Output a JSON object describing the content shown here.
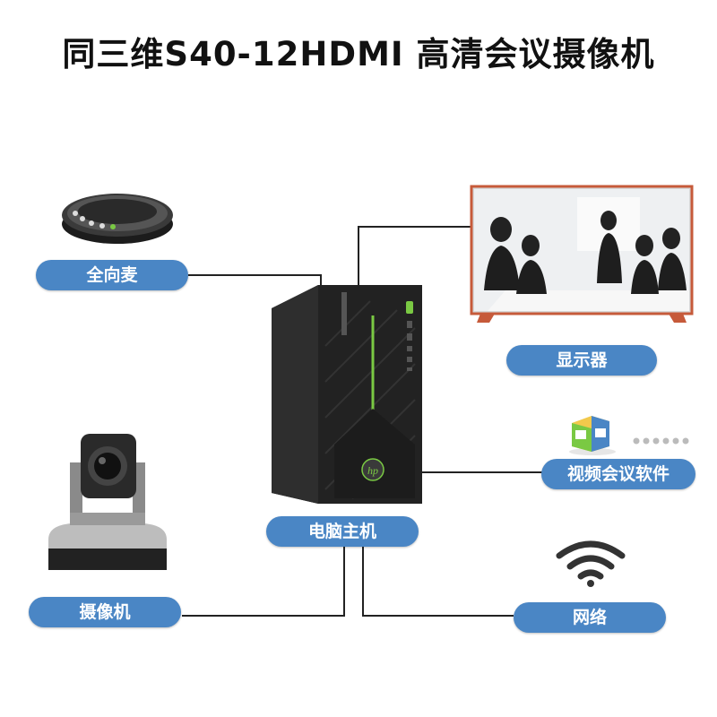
{
  "title": "同三维S40-12HDMI 高清会议摄像机",
  "labels": {
    "mic": "全向麦",
    "display": "显示器",
    "software": "视频会议软件",
    "pc": "电脑主机",
    "camera": "摄像机",
    "network": "网络"
  },
  "pc_logo_text": "hp",
  "icons": {
    "mic": "speakerphone-icon",
    "display": "tv-display-icon",
    "software": "software-box-icon",
    "pc": "desktop-tower-icon",
    "camera": "ptz-camera-icon",
    "network": "wifi-icon"
  },
  "colors": {
    "label_bg": "#4a86c5",
    "line": "#222222",
    "accent_green": "#7ac943"
  }
}
